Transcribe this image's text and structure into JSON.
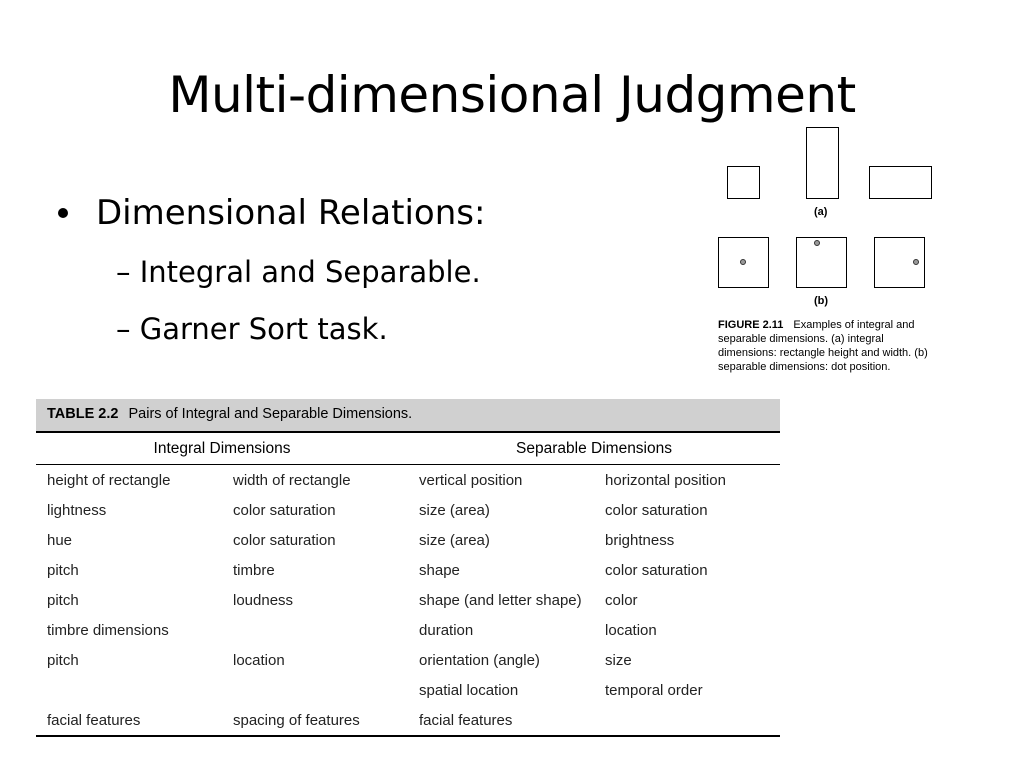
{
  "slide": {
    "title": "Multi-dimensional Judgment",
    "bullet": "Dimensional Relations:",
    "subbullets": [
      "– Integral and Separable.",
      "– Garner Sort task."
    ]
  },
  "figure": {
    "panel_a_label": "(a)",
    "panel_b_label": "(b)",
    "caption_label": "FIGURE 2.11",
    "caption_text": "Examples of integral and separable dimensions. (a) integral dimensions: rectangle height and width. (b) separable dimensions: dot position."
  },
  "table": {
    "label": "TABLE 2.2",
    "title": "Pairs of Integral and Separable Dimensions.",
    "headers": [
      "Integral Dimensions",
      "Separable Dimensions"
    ],
    "rows": [
      [
        "height of rectangle",
        "width of rectangle",
        "vertical position",
        "horizontal position"
      ],
      [
        "lightness",
        "color saturation",
        "size (area)",
        "color saturation"
      ],
      [
        "hue",
        "color saturation",
        "size (area)",
        "brightness"
      ],
      [
        "pitch",
        "timbre",
        "shape",
        "color saturation"
      ],
      [
        "pitch",
        "loudness",
        "shape (and letter shape)",
        "color"
      ],
      [
        "timbre dimensions",
        "",
        "duration",
        "location"
      ],
      [
        "pitch",
        "location",
        "orientation (angle)",
        "size"
      ],
      [
        "",
        "",
        "spatial location",
        "temporal order"
      ],
      [
        "facial features",
        "spacing of features",
        "facial features",
        ""
      ]
    ]
  }
}
